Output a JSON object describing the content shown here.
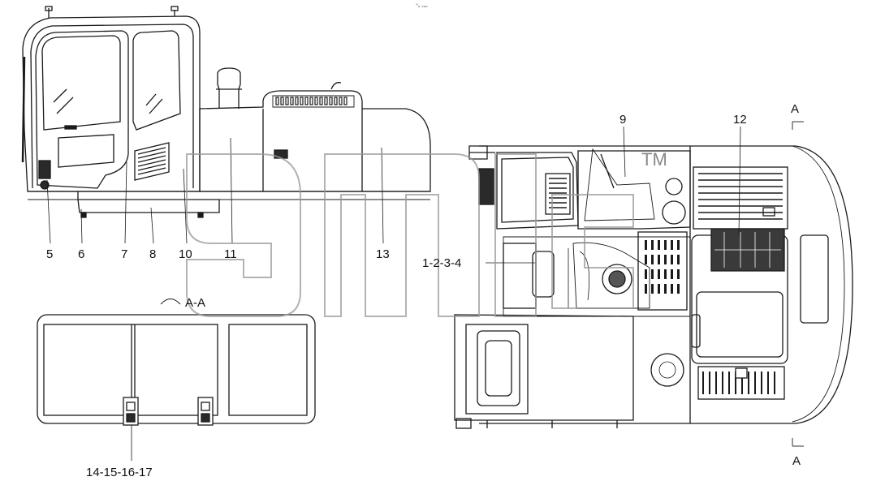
{
  "header": {
    "tiny_text": "°ₐ ₒₒₒ"
  },
  "side_view": {
    "callouts": [
      "5",
      "6",
      "7",
      "8",
      "10",
      "11",
      "13"
    ]
  },
  "top_view": {
    "callouts": [
      "9",
      "12"
    ],
    "group_label": "1-2-3-4",
    "section_marks": [
      "A",
      "A"
    ],
    "trademark": "TM"
  },
  "section_view": {
    "title": "A-A",
    "group_label": "14-15-16-17"
  },
  "colors": {
    "line": "#1a1a1a",
    "fill_dark": "#2a2a2a",
    "watermark": "#9a9a9a"
  }
}
